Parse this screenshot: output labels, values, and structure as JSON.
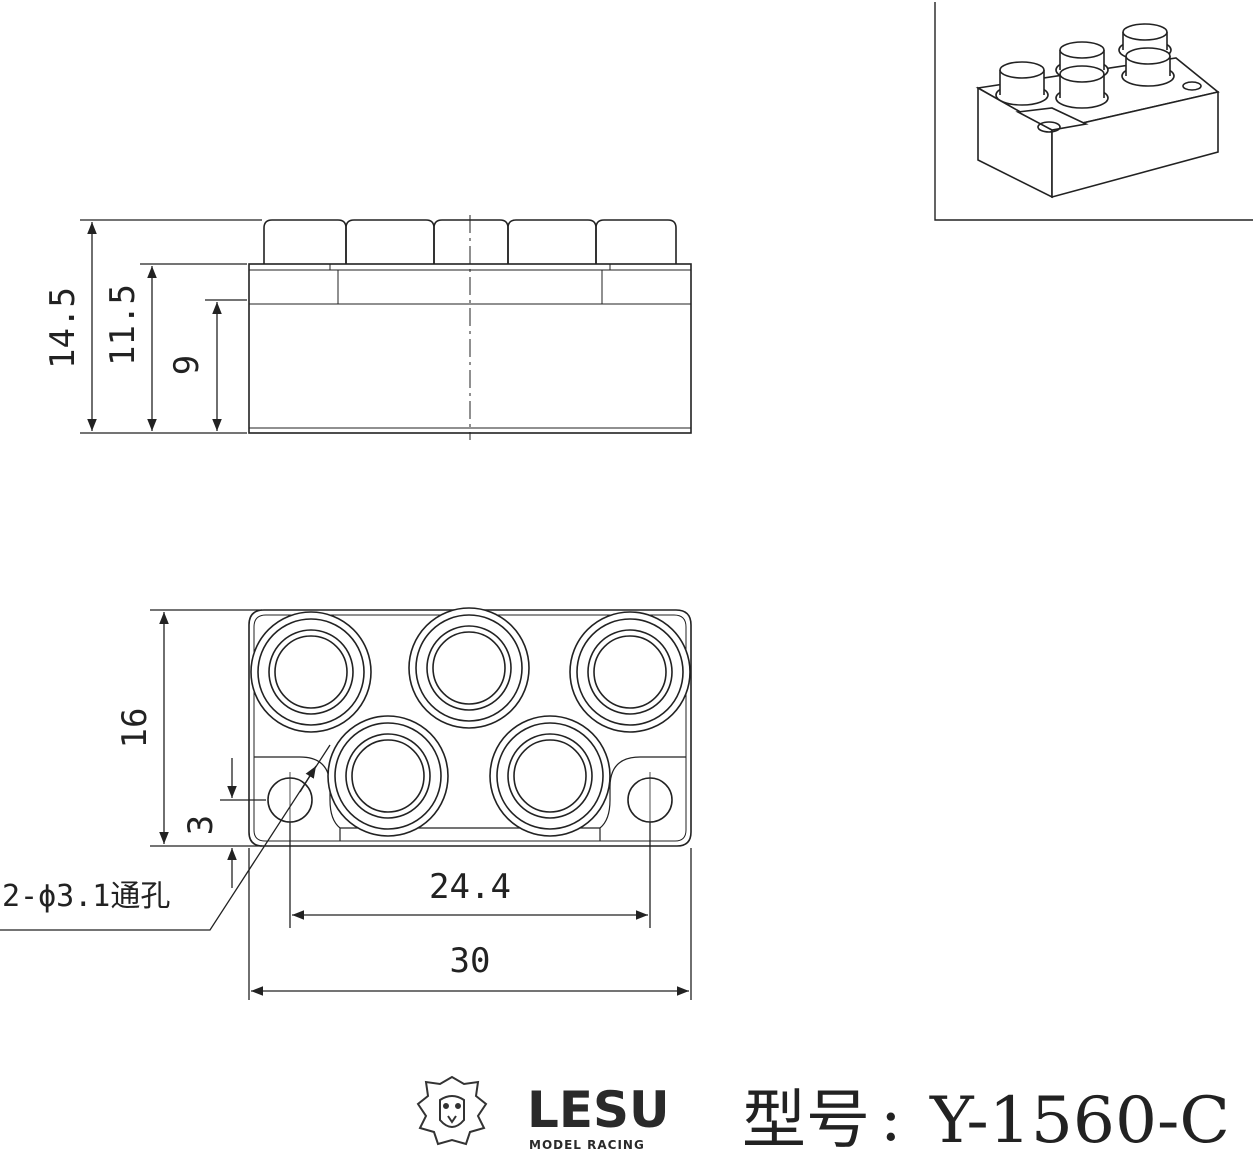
{
  "dimensions": {
    "side_total_height": "14.5",
    "side_body_height": "11.5",
    "side_lower_height": "9",
    "top_depth": "16",
    "hole_offset": "3",
    "hole_spacing": "24.4",
    "total_width": "30",
    "hole_callout": "2-ϕ3.1通孔"
  },
  "brand": {
    "name": "LESU",
    "tagline": "MODEL RACING"
  },
  "model": {
    "label": "型号",
    "separator": ":",
    "number": "Y-1560-C"
  },
  "colors": {
    "line": "#222222",
    "background": "#ffffff"
  }
}
